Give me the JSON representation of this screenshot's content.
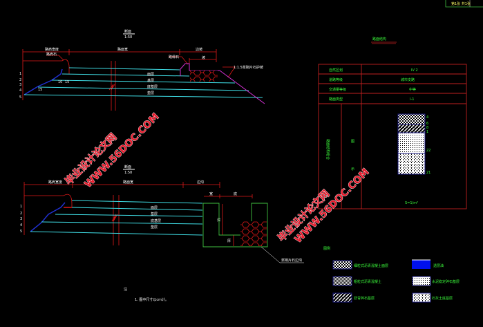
{
  "title_block": {
    "sheet_label": "第1张 共1张"
  },
  "section_1": {
    "title": "断面",
    "scale": "1:50",
    "dim_left": "路肩宽度",
    "dim_mid": "路面宽",
    "dim_right": "边坡",
    "dim_right_sub": "坡",
    "curb_label": "路缘石",
    "kerb_label": "路肩石",
    "slope_label": "1:1.5浆砌片石护坡",
    "layer_labels": [
      "面层",
      "基层",
      "底基层",
      "垫层"
    ],
    "side_labels": [
      "1",
      "2",
      "3",
      "4",
      "5"
    ],
    "small_dims": [
      "15",
      "10",
      "15"
    ]
  },
  "section_2": {
    "title": "断面",
    "scale": "1:50",
    "dim_left": "路肩宽度",
    "dim_mid": "路面宽",
    "dim_right": "边沟",
    "dim_right_a": "宽",
    "dim_right_b": "底",
    "depth_label": "深",
    "base_label": "厚",
    "ditch_label": "浆砌片石边沟",
    "layer_labels": [
      "面层",
      "基层",
      "底基层",
      "垫层"
    ],
    "side_labels": [
      "1",
      "2",
      "3",
      "4",
      "5"
    ]
  },
  "table": {
    "title": "路面结构",
    "rows": [
      {
        "label": "自然区划",
        "value": "IV 2"
      },
      {
        "label": "道路等级",
        "value": "城市支路"
      },
      {
        "label": "交通量等级",
        "value": "中等"
      },
      {
        "label": "路面类型",
        "value": "I-1"
      }
    ],
    "structure_col1": [
      "路面结构组合"
    ],
    "structure_col2": [
      "图",
      "示"
    ],
    "right_numbers": [
      "4",
      "6",
      "8",
      "1",
      "22",
      "21"
    ],
    "area_note": "S=1/m²"
  },
  "legend": {
    "title": "图例",
    "items": [
      {
        "label": "细粒式沥青混凝土面层",
        "pattern": "checker"
      },
      {
        "label": "粗粒式沥青混凝土",
        "pattern": "fine-checker"
      },
      {
        "label": "沥青碎石基层",
        "pattern": "diagonal"
      },
      {
        "label": "透层油",
        "pattern": "solid-blue"
      },
      {
        "label": "水泥稳定碎石基层",
        "pattern": "dots"
      },
      {
        "label": "石灰土底基层",
        "pattern": "grid"
      }
    ]
  },
  "notes": {
    "title": "注",
    "items": [
      "1. 图中尺寸以cm计。"
    ]
  },
  "watermark": {
    "line1": "毕业设计论文网",
    "line2": "WWW.56DOC.COM"
  },
  "colors": {
    "background": "#000000",
    "dimension": "#e01818",
    "layer": "#40e0e8",
    "slope": "#2030d0",
    "table_border": "#c02020",
    "text_green": "#3cff3c",
    "ditch": "#40c040",
    "magenta": "#d030d0"
  }
}
